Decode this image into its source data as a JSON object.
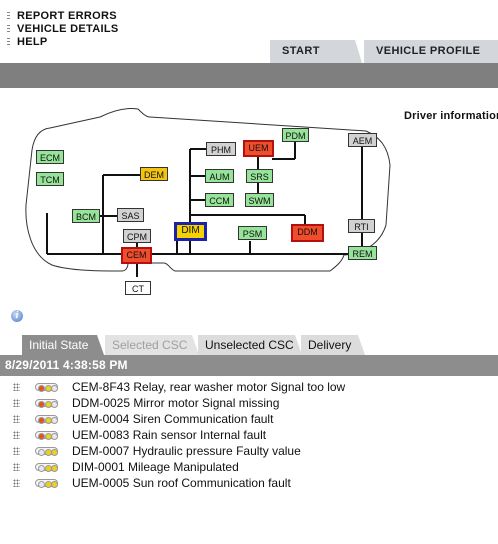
{
  "menu": [
    {
      "label": "REPORT ERRORS"
    },
    {
      "label": "VEHICLE DETAILS"
    },
    {
      "label": "HELP"
    }
  ],
  "top_tabs": {
    "start": "START",
    "vehicle_profile": "VEHICLE PROFILE"
  },
  "driver_info": "Driver information",
  "modules": {
    "ECM": "ECM",
    "TCM": "TCM",
    "DEM": "DEM",
    "BCM": "BCM",
    "SAS": "SAS",
    "CPM": "CPM",
    "CEM": "CEM",
    "CT": "CT",
    "PHM": "PHM",
    "UEM": "UEM",
    "PDM": "PDM",
    "AUM": "AUM",
    "SRS": "SRS",
    "CCM": "CCM",
    "SWM": "SWM",
    "DIM": "DIM",
    "PSM": "PSM",
    "DDM": "DDM",
    "AEM": "AEM",
    "RTI": "RTI",
    "REM": "REM"
  },
  "module_status_colors": {
    "ok": "#96e39a",
    "not_tested": "#d2d2d2",
    "warning": "#f3c511",
    "fault": "#f04d2c",
    "selected_border": "#1c23a8"
  },
  "info_icon": "info-icon",
  "bottom_tabs": {
    "initial": "Initial State",
    "selected": "Selected CSC",
    "unselected": "Unselected CSC",
    "delivery": "Delivery"
  },
  "date": "8/29/2011 4:38:58 PM",
  "faults": [
    {
      "text": "CEM-8F43 Relay, rear washer motor Signal too low",
      "status": "red"
    },
    {
      "text": "DDM-0025 Mirror motor Signal missing",
      "status": "red"
    },
    {
      "text": "UEM-0004 Siren Communication fault",
      "status": "red"
    },
    {
      "text": "UEM-0083 Rain sensor Internal fault",
      "status": "red"
    },
    {
      "text": "DEM-0007 Hydraulic pressure Faulty value",
      "status": "yellow"
    },
    {
      "text": "DIM-0001 Mileage Manipulated",
      "status": "yellow"
    },
    {
      "text": "UEM-0005 Sun roof Communication fault",
      "status": "yellow"
    }
  ],
  "status_light_colors": {
    "red": "#e0561f",
    "yellow": "#f0d020",
    "off": "#e8e8e8"
  }
}
